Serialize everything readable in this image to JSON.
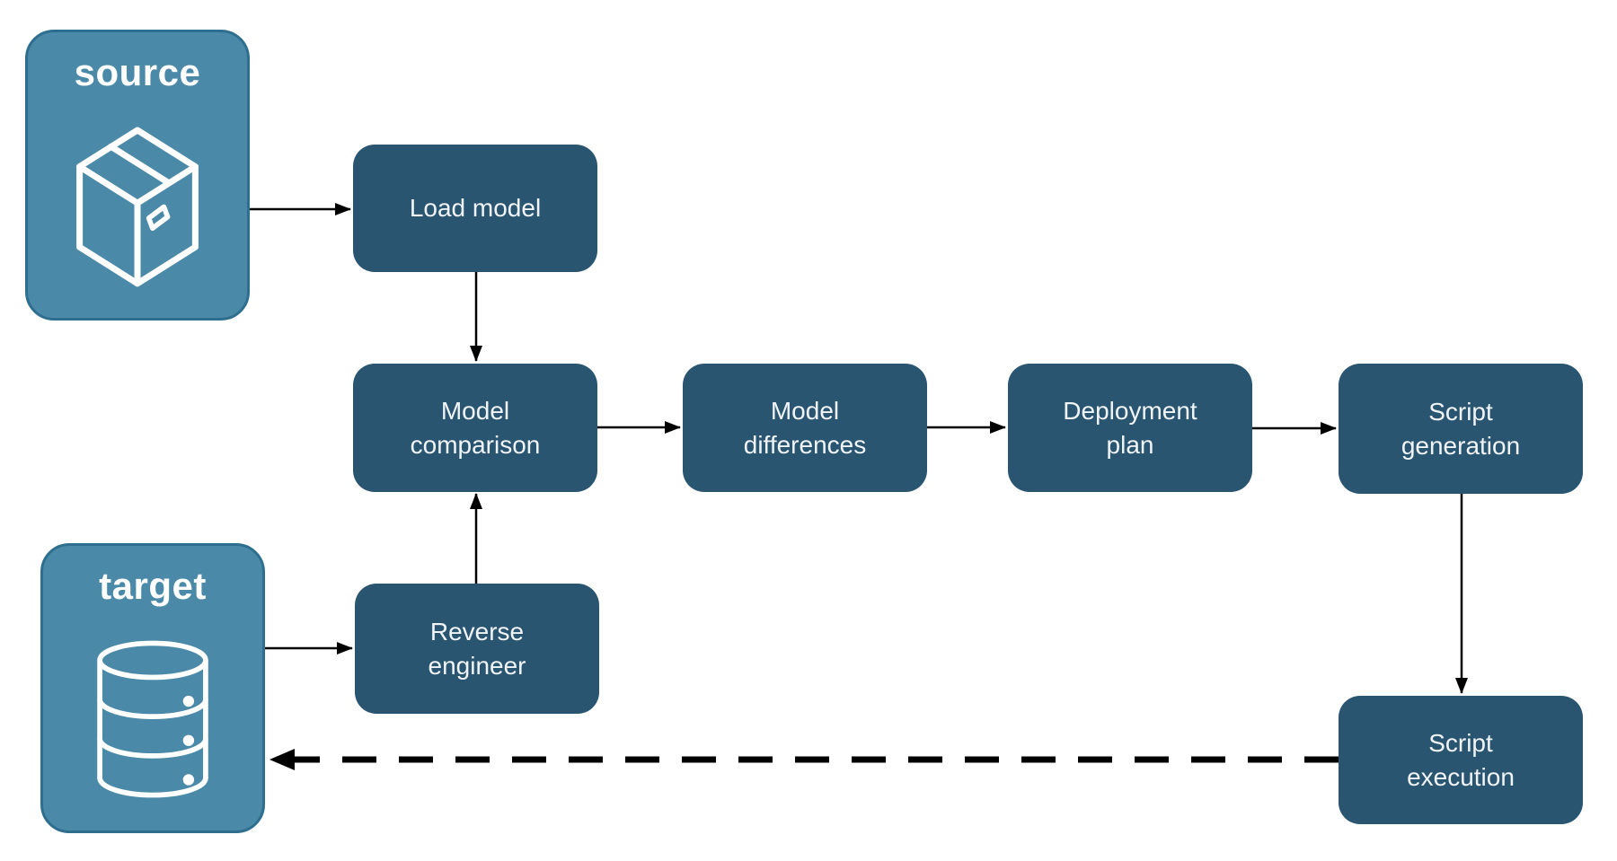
{
  "diagram": {
    "description": "Database model deployment pipeline flowchart",
    "colors": {
      "background": "#ffffff",
      "container_fill": "#4A8AA8",
      "container_border": "#2E6F8F",
      "node_fill": "#295571",
      "node_text": "#F0F4F7",
      "container_text": "#FFFFFF",
      "arrow": "#000000"
    },
    "containers": {
      "source": {
        "label": "source",
        "icon": "package-icon"
      },
      "target": {
        "label": "target",
        "icon": "database-icon"
      }
    },
    "nodes": {
      "load_model": {
        "label": "Load model"
      },
      "model_comparison": {
        "label": "Model\ncomparison"
      },
      "model_differences": {
        "label": "Model\ndifferences"
      },
      "deployment_plan": {
        "label": "Deployment\nplan"
      },
      "script_generation": {
        "label": "Script\ngeneration"
      },
      "reverse_engineer": {
        "label": "Reverse\nengineer"
      },
      "script_execution": {
        "label": "Script\nexecution"
      }
    },
    "edges": [
      {
        "from": "source",
        "to": "load_model",
        "style": "solid"
      },
      {
        "from": "load_model",
        "to": "model_comparison",
        "style": "solid"
      },
      {
        "from": "target",
        "to": "reverse_engineer",
        "style": "solid"
      },
      {
        "from": "reverse_engineer",
        "to": "model_comparison",
        "style": "solid"
      },
      {
        "from": "model_comparison",
        "to": "model_differences",
        "style": "solid"
      },
      {
        "from": "model_differences",
        "to": "deployment_plan",
        "style": "solid"
      },
      {
        "from": "deployment_plan",
        "to": "script_generation",
        "style": "solid"
      },
      {
        "from": "script_generation",
        "to": "script_execution",
        "style": "solid"
      },
      {
        "from": "script_execution",
        "to": "target",
        "style": "dashed"
      }
    ]
  }
}
